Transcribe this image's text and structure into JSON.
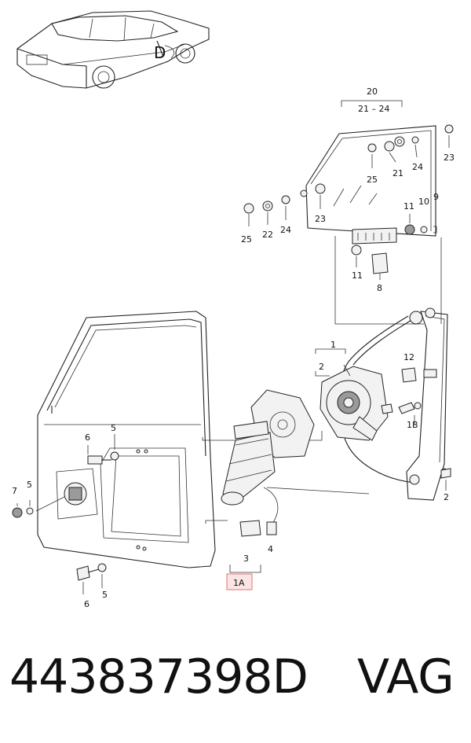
{
  "callouts": {
    "c20": "20",
    "c21_24": "21 – 24",
    "c23_right": "23",
    "c21": "21",
    "c24": "24",
    "c25": "25",
    "c25_left": "25",
    "c22": "22",
    "c24_left": "24",
    "c23_left": "23",
    "c11_top": "11",
    "c10": "10",
    "c9": "9",
    "c11_bottom": "11",
    "c8": "8",
    "c1": "1",
    "c2_top": "2",
    "c12": "12",
    "c1B": "1B",
    "c2_bottom": "2",
    "c6_top": "6",
    "c5_top": "5",
    "c7": "7",
    "c5_left": "5",
    "c3": "3",
    "c4": "4",
    "c1A": "1A",
    "c6_bottom": "6",
    "c5_bottom": "5"
  },
  "highlight_color": "#e58a8a",
  "footer": {
    "part_number": "443837398D",
    "brand": "VAG"
  }
}
